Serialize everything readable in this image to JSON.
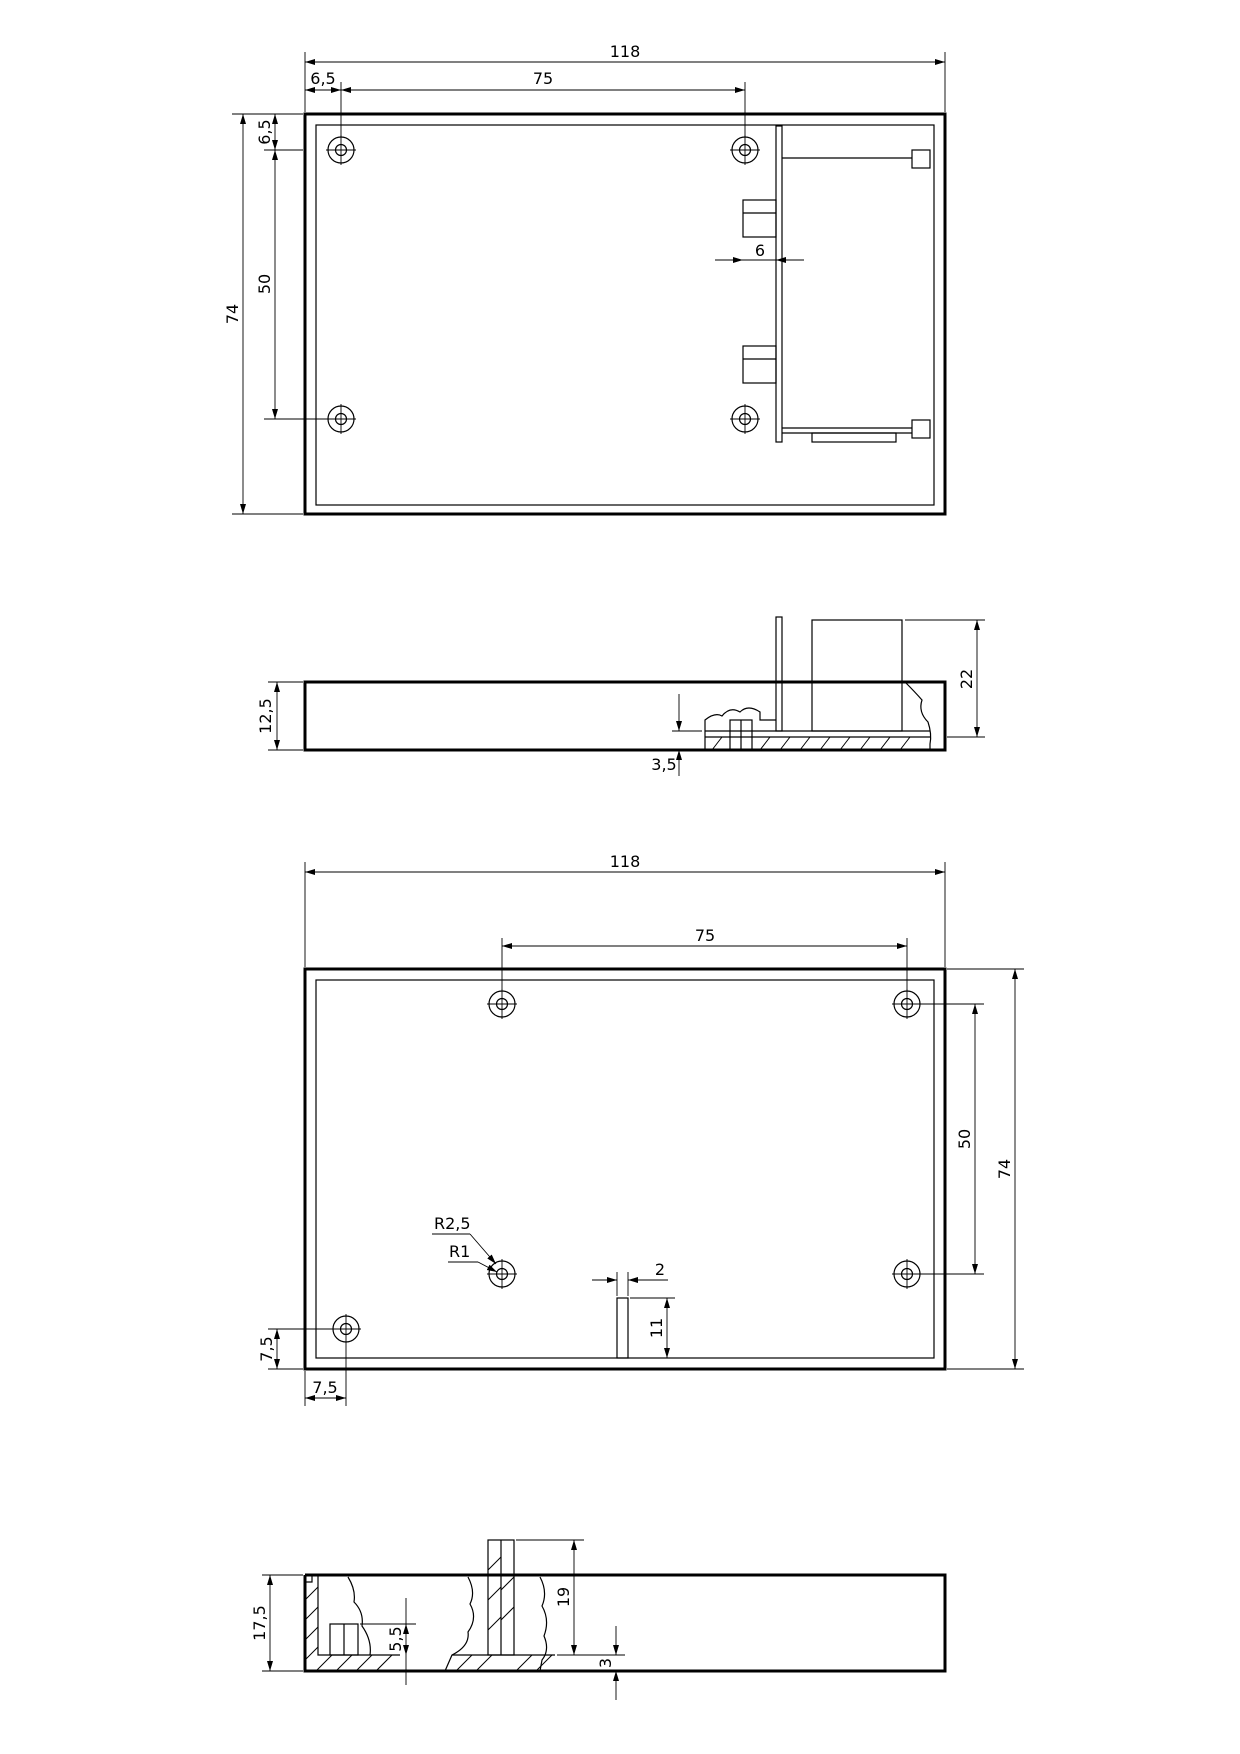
{
  "views": {
    "top_view": {
      "dims": {
        "overall_width": "118",
        "hole_offset_x": "6,5",
        "hole_spacing_x": "75",
        "hole_offset_y": "6,5",
        "hole_spacing_y": "50",
        "overall_height": "74",
        "board_gap": "6"
      }
    },
    "side_view_1": {
      "dims": {
        "height": "12,5",
        "floor": "3,5",
        "component_height": "22"
      }
    },
    "bottom_view": {
      "dims": {
        "overall_width": "118",
        "hole_spacing_x": "75",
        "hole_spacing_y": "50",
        "overall_height": "74",
        "outer_radius": "R2,5",
        "inner_radius": "R1",
        "slot_width": "2",
        "slot_length": "11",
        "hole_offset_y": "7,5",
        "hole_offset_x": "7,5"
      }
    },
    "side_view_2": {
      "dims": {
        "height": "17,5",
        "boss_height": "5,5",
        "pin_height": "19",
        "floor": "3"
      }
    }
  }
}
